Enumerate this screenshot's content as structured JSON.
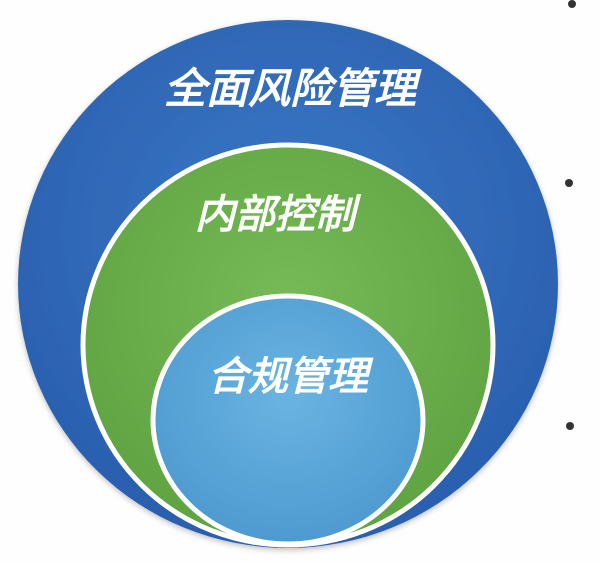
{
  "diagram": {
    "layers": [
      {
        "label": "全面风险管理",
        "color": "#2f68b6"
      },
      {
        "label": "内部控制",
        "color": "#6ab04c"
      },
      {
        "label": "合规管理",
        "color": "#5aa5d8"
      }
    ],
    "ring_color": "#ffffff",
    "bullet_color": "#333333",
    "bullets": 3
  }
}
